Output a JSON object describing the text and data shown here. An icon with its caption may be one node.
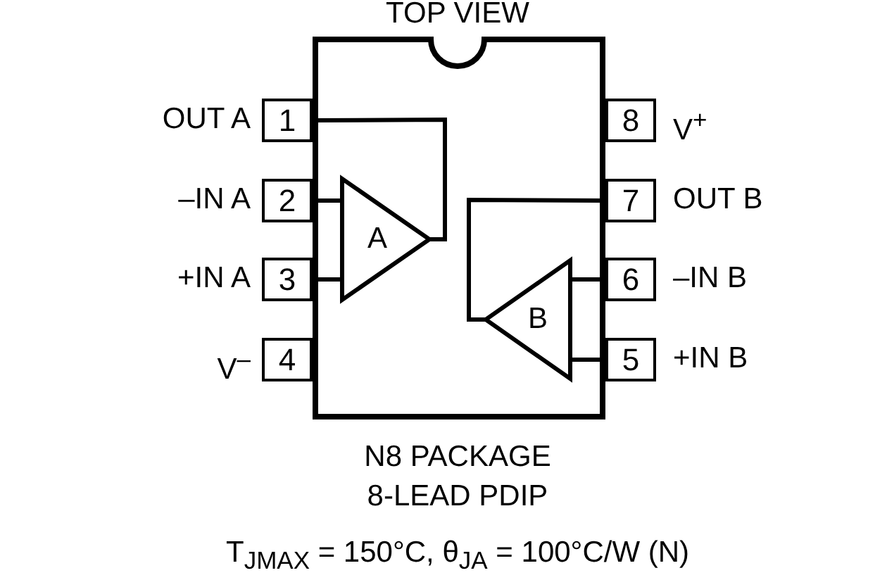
{
  "diagram": {
    "title": "TOP VIEW",
    "nodes": [
      {
        "text": [],
        "shape": "box"
      },
      {
        "text": [
          "1"
        ],
        "beside": [
          "OUT A"
        ]
      },
      {
        "text": [
          "8"
        ],
        "beside": [
          "V$^{+}$"
        ]
      },
      {
        "text": [
          "2"
        ],
        "beside": [
          "–IN A"
        ]
      },
      {
        "text": [
          "7"
        ],
        "beside": [
          "OUT B"
        ]
      },
      {
        "text": [
          "A"
        ],
        "in": 0
      },
      {
        "text": [
          "3"
        ],
        "beside": [
          "+IN A"
        ]
      },
      {
        "text": [
          "6"
        ],
        "beside": [
          "–IN B"
        ]
      },
      {
        "text": [
          "B"
        ],
        "in": 0
      },
      {
        "text": [
          "4"
        ],
        "beside": [
          "V$^{–}$"
        ]
      },
      {
        "text": [
          "5"
        ],
        "beside": [
          "+IN B"
        ]
      }
    ],
    "edges": [
      {
        "from": 1,
        "to": 5,
        "arrow": "none"
      },
      {
        "from": 3,
        "to": 5,
        "arrow": "none"
      },
      {
        "from": 6,
        "to": 5,
        "arrow": "none"
      },
      {
        "from": 4,
        "to": 8,
        "arrow": "none"
      },
      {
        "from": 7,
        "to": 8,
        "arrow": "none"
      },
      {
        "from": 10,
        "to": 8,
        "arrow": "none"
      }
    ],
    "labels": [
      "N8 PACKAGE",
      "8-LEAD PDIP",
      "T$_{JMAX}$ = 150°C, θ$_{JA}$ = 100°C/W (N)"
    ]
  }
}
